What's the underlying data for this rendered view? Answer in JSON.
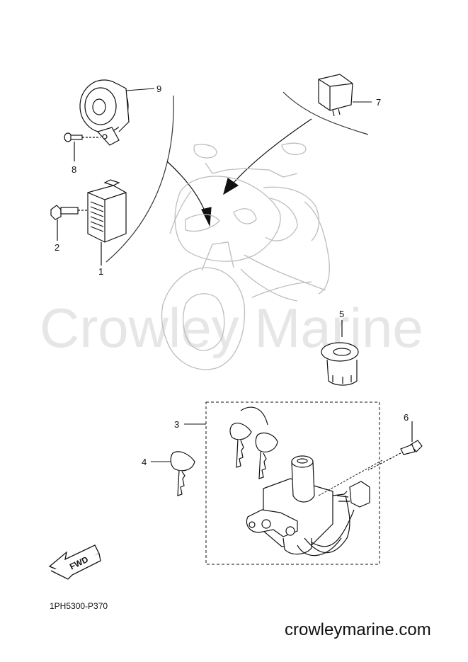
{
  "watermark": "Crowley Marine",
  "diagram_code": "1PH5300-P370",
  "site": "crowleymarine.com",
  "fwd_label": "FWD",
  "callouts": [
    "1",
    "2",
    "3",
    "4",
    "5",
    "6",
    "7",
    "8",
    "9"
  ]
}
